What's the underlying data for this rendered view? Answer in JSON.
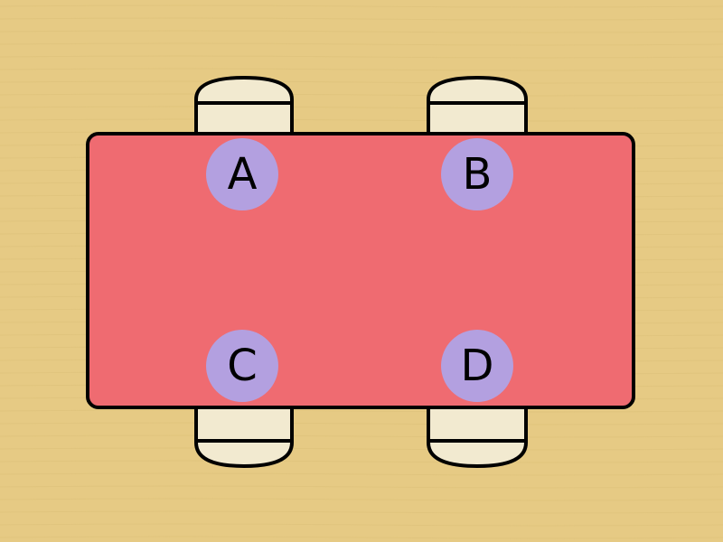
{
  "colors": {
    "floor": "#e6ca84",
    "table": "#ef6b71",
    "chair": "#f2ead0",
    "seat_marker": "#b3a0e0",
    "outline": "#000000"
  },
  "seats": [
    {
      "id": "A",
      "label": "A"
    },
    {
      "id": "B",
      "label": "B"
    },
    {
      "id": "C",
      "label": "C"
    },
    {
      "id": "D",
      "label": "D"
    }
  ]
}
